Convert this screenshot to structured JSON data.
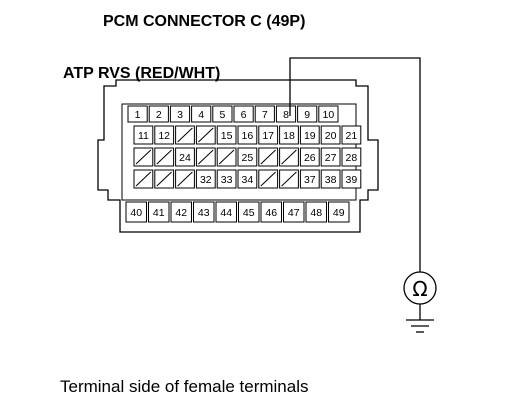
{
  "title": "PCM CONNECTOR C (49P)",
  "wire_label": "ATP RVS (RED/WHT)",
  "caption": "Terminal side of female terminals",
  "meter_symbol": "Ω",
  "connector": {
    "rows": [
      [
        "1",
        "2",
        "3",
        "4",
        "5",
        "6",
        "7",
        "8",
        "9",
        "10"
      ],
      [
        "11",
        "12",
        "",
        "",
        "15",
        "16",
        "17",
        "18",
        "19",
        "20",
        "21"
      ],
      [
        "",
        "",
        "24",
        "",
        "",
        "25",
        "",
        "",
        "26",
        "27",
        "28"
      ],
      [
        "",
        "",
        "",
        "32",
        "33",
        "34",
        "",
        "",
        "37",
        "38",
        "39"
      ],
      [
        "40",
        "41",
        "42",
        "43",
        "44",
        "45",
        "46",
        "47",
        "48",
        "49"
      ]
    ],
    "highlighted_terminal": "8"
  }
}
